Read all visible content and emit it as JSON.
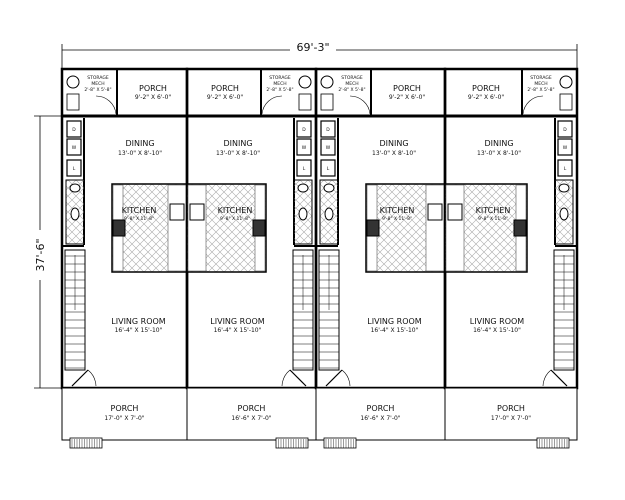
{
  "overall": {
    "width_dim": "69'-3\"",
    "depth_dim": "37'-6\""
  },
  "units": [
    {
      "storage": "STORAGE",
      "mech": "MECH",
      "storage_dims": "2'-8\" X 5'-8\"",
      "porch_top": "PORCH",
      "porch_top_dims": "9'-2\" X 6'-0\"",
      "dining": "DINING",
      "dining_dims": "13'-0\" X 8'-10\"",
      "kitchen": "KITCHEN",
      "kitchen_dims": "9'-8\" X 11'-8\"",
      "living": "LIVING ROOM",
      "living_dims": "16'-4\" X 15'-10\"",
      "porch_front": "PORCH",
      "porch_front_dims": "17'-0\" X 7'-0\"",
      "appliances": [
        "D",
        "W",
        "L"
      ]
    },
    {
      "storage": "STORAGE",
      "mech": "MECH",
      "storage_dims": "2'-8\" X 5'-8\"",
      "porch_top": "PORCH",
      "porch_top_dims": "9'-2\" X 6'-0\"",
      "dining": "DINING",
      "dining_dims": "13'-0\" X 8'-10\"",
      "kitchen": "KITCHEN",
      "kitchen_dims": "9'-8\" X 11'-8\"",
      "living": "LIVING ROOM",
      "living_dims": "16'-4\" X 15'-10\"",
      "porch_front": "PORCH",
      "porch_front_dims": "16'-6\" X 7'-0\"",
      "appliances": [
        "D",
        "W",
        "L"
      ]
    },
    {
      "storage": "STORAGE",
      "mech": "MECH",
      "storage_dims": "2'-8\" X 5'-8\"",
      "porch_top": "PORCH",
      "porch_top_dims": "9'-2\" X 6'-0\"",
      "dining": "DINING",
      "dining_dims": "13'-0\" X 8'-10\"",
      "kitchen": "KITCHEN",
      "kitchen_dims": "9'-8\" X 11'-8\"",
      "living": "LIVING ROOM",
      "living_dims": "16'-4\" X 15'-10\"",
      "porch_front": "PORCH",
      "porch_front_dims": "16'-6\" X 7'-0\"",
      "appliances": [
        "D",
        "W",
        "L"
      ]
    },
    {
      "storage": "STORAGE",
      "mech": "MECH",
      "storage_dims": "2'-8\" X 5'-8\"",
      "porch_top": "PORCH",
      "porch_top_dims": "9'-2\" X 6'-0\"",
      "dining": "DINING",
      "dining_dims": "13'-0\" X 8'-10\"",
      "kitchen": "KITCHEN",
      "kitchen_dims": "9'-8\" X 11'-8\"",
      "living": "LIVING ROOM",
      "living_dims": "16'-4\" X 15'-10\"",
      "porch_front": "PORCH",
      "porch_front_dims": "17'-0\" X 7'-0\"",
      "appliances": [
        "D",
        "W",
        "L"
      ]
    }
  ]
}
